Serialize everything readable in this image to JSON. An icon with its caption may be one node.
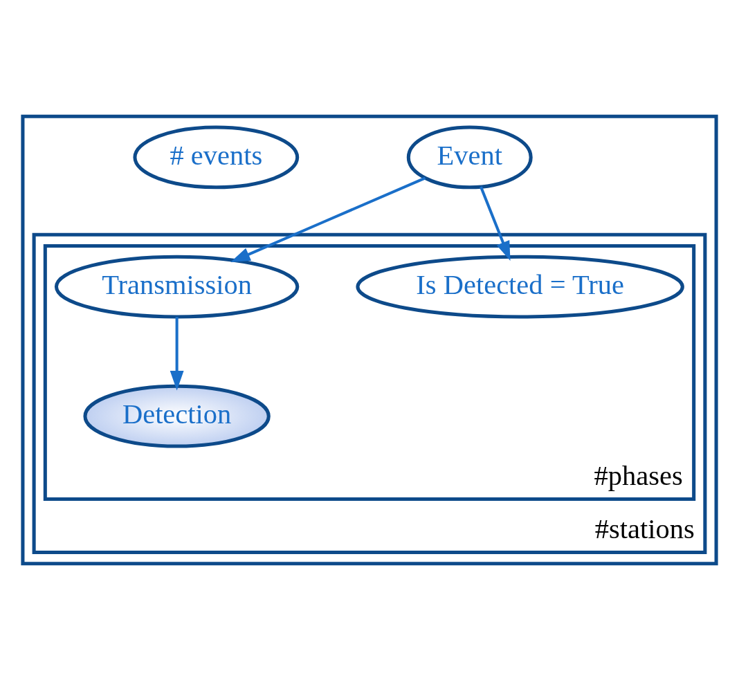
{
  "diagram": {
    "nodes": [
      {
        "text": [],
        "shape": "box"
      },
      {
        "text": [
          "Event"
        ],
        "in": 0
      },
      {
        "text": [
          "#stations"
        ],
        "in": 0
      },
      {
        "text": [
          "#phases"
        ],
        "in": 2
      },
      {
        "text": [
          "Is Detected = True"
        ],
        "in": 3
      },
      {
        "text": [
          "Transmission"
        ],
        "in": 3
      },
      {
        "text": [
          "Detection"
        ],
        "in": 3
      },
      {
        "text": [
          "# events"
        ],
        "in": 0
      }
    ],
    "edges": [
      {
        "from": 1,
        "to": 4,
        "arrow": "to"
      },
      {
        "from": 1,
        "to": 5,
        "arrow": "to"
      },
      {
        "from": 5,
        "to": 6,
        "arrow": "to"
      }
    ]
  }
}
